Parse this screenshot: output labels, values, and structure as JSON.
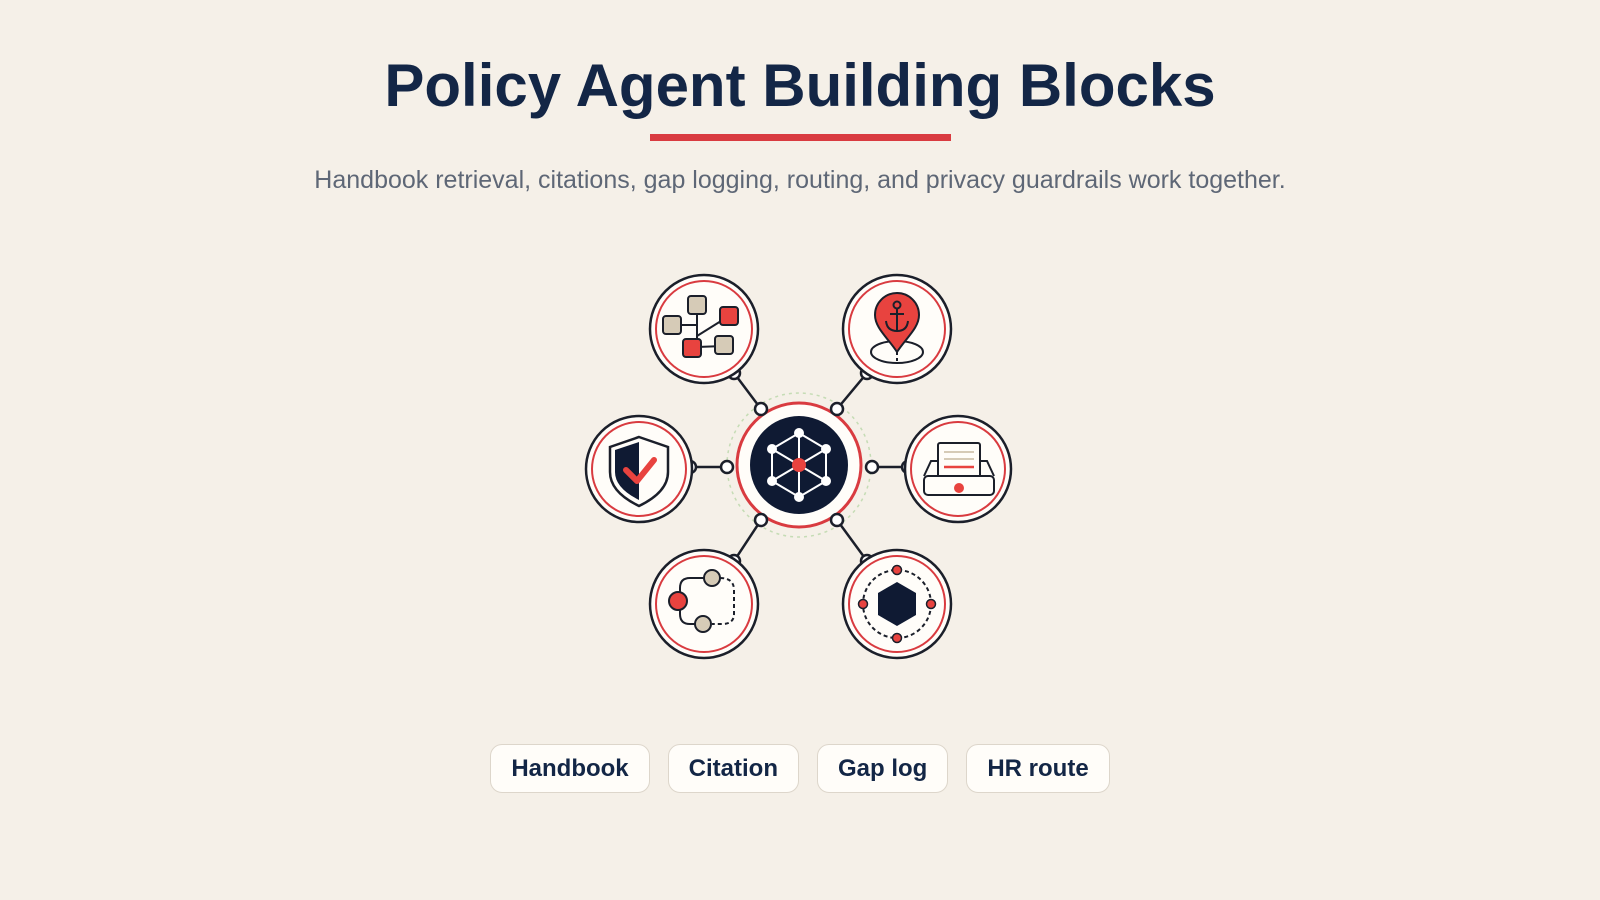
{
  "header": {
    "title": "Policy Agent Building Blocks",
    "subtitle": "Handbook retrieval, citations, gap logging, routing, and privacy guardrails work together."
  },
  "diagram": {
    "hub_icon": "network-hub-icon",
    "nodes": [
      {
        "id": "flow",
        "icon": "flowchart-icon"
      },
      {
        "id": "anchor",
        "icon": "anchor-pin-icon"
      },
      {
        "id": "shield",
        "icon": "shield-check-icon"
      },
      {
        "id": "inbox",
        "icon": "inbox-tray-icon"
      },
      {
        "id": "route",
        "icon": "route-path-icon"
      },
      {
        "id": "hexagon",
        "icon": "hexagon-orbit-icon"
      }
    ]
  },
  "pills": [
    {
      "label": "Handbook"
    },
    {
      "label": "Citation"
    },
    {
      "label": "Gap log"
    },
    {
      "label": "HR route"
    }
  ],
  "colors": {
    "navy": "#132646",
    "red": "#d93b40",
    "beige": "#d6cbb7",
    "background": "#f5f0e8"
  }
}
